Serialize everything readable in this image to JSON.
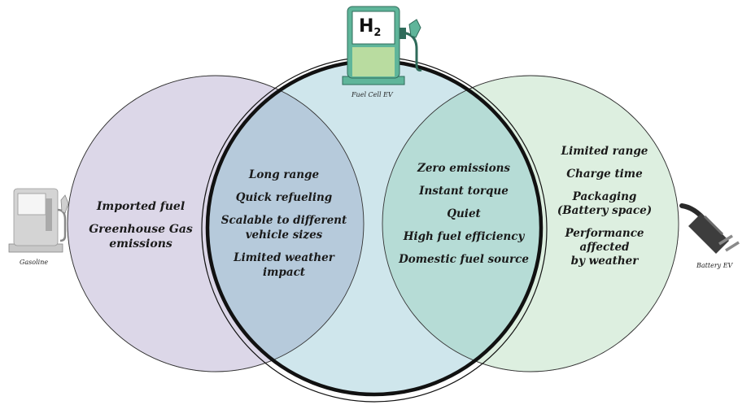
{
  "labels": {
    "fuel_cell": "Fuel Cell EV",
    "gasoline": "Gasoline",
    "battery": "Battery EV"
  },
  "pump": {
    "h_letter": "H",
    "h_sub": "2"
  },
  "regions": {
    "gasoline_only": [
      "Imported fuel",
      "Greenhouse Gas",
      "emissions"
    ],
    "gasoline_fuelcell": [
      "Long range",
      "Quick refueling",
      "Scalable to different",
      "vehicle sizes",
      "Limited weather impact"
    ],
    "fuelcell_battery": [
      "Zero emissions",
      "Instant torque",
      "Quiet",
      "High fuel efficiency",
      "Domestic fuel source"
    ],
    "battery_only": [
      "Limited range",
      "Charge time",
      "Packaging",
      "(Battery space)",
      "Performance",
      "affected",
      "by weather"
    ]
  },
  "colors": {
    "gasoline_circle": "#dcd7e8",
    "fuelcell_circle": "#cfe6ec",
    "battery_circle": "#ddefe0",
    "gas_fc_overlap": "#b6cadb",
    "fc_batt_overlap": "#b6dcd6",
    "pump_green": "#5fb59a",
    "pump_light": "#b9dca0",
    "border": "#111111"
  },
  "icons": [
    "hydrogen-pump-icon",
    "gas-pump-icon",
    "electric-plug-icon"
  ]
}
